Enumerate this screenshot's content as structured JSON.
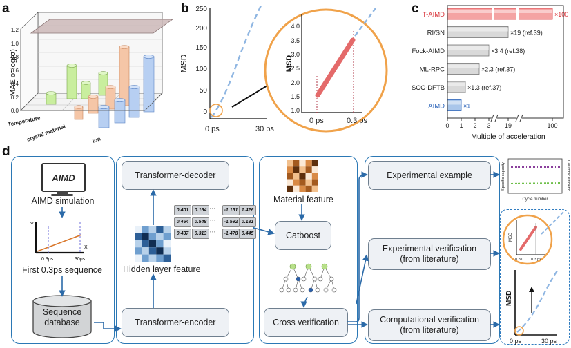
{
  "panels": {
    "a": "a",
    "b": "b",
    "c": "c",
    "d": "d"
  },
  "panel_a": {
    "ylabel": "MAE of log(σ)",
    "yticks": [
      "0.0",
      "0.2",
      "0.4",
      "0.6",
      "0.8",
      "1.0",
      "1.2"
    ],
    "axis_labels": [
      "Temperature",
      "crystal material",
      "Ion"
    ]
  },
  "panel_b": {
    "ylabel": "MSD",
    "yticks": [
      "0",
      "50",
      "100",
      "150",
      "200",
      "250"
    ],
    "xticks": [
      "0 ps",
      "30 ps"
    ],
    "inset_ylabel": "MSD",
    "inset_yticks": [
      "1.0",
      "1.5",
      "2.0",
      "2.5",
      "3.0",
      "3.5",
      "4.0"
    ],
    "inset_xticks": [
      "0 ps",
      "0.3 ps"
    ]
  },
  "chart_data": {
    "type": "bar",
    "orientation": "horizontal",
    "categories": [
      "T-AIMD",
      "RI/SN",
      "Fock-AIMD",
      "ML-RPC",
      "SCC-DFTB",
      "AIMD"
    ],
    "values": [
      100,
      19,
      3.4,
      2.3,
      1.3,
      1
    ],
    "bar_labels": [
      "×100",
      "×19 (ref.39)",
      "×3.4 (ref.38)",
      "×2.3 (ref.37)",
      "×1.3 (ref.37)",
      "×1"
    ],
    "xlabel": "Multiple of acceleration",
    "xticks": [
      "0",
      "1",
      "2",
      "3",
      "19",
      "100"
    ],
    "axis_breaks": true,
    "colors": {
      "T-AIMD": "#f4a3a3",
      "AIMD": "#a9c6ea",
      "others": "#d9d9d9"
    },
    "label_colors": {
      "T-AIMD": "#d9343a",
      "AIMD": "#2a62b8",
      "others": "#222222"
    }
  },
  "panel_d": {
    "aimd_logo": "AIMD",
    "aimd_sim": "AIMD simulation",
    "graph_axes": [
      "Y",
      "X"
    ],
    "graph_ticks": [
      "0.3ps",
      "30ps"
    ],
    "first_seq": "First 0.3ps sequence",
    "db_label": [
      "Sequence",
      "database"
    ],
    "decoder": "Transformer-decoder",
    "encoder": "Transformer-encoder",
    "hidden": "Hidden layer feature",
    "matrix_rows": [
      [
        "0.401",
        "0.164",
        "-1.151",
        "1.426"
      ],
      [
        "0.464",
        "0.548",
        "-1.592",
        "0.181"
      ],
      [
        "0.437",
        "0.313",
        "-1.478",
        "0.445"
      ]
    ],
    "ellipsis": "···",
    "material": "Material feature",
    "catboost": "Catboost",
    "cross": "Cross verification",
    "exp_example": "Experimental example",
    "exp_verif": [
      "Experimental verification",
      "(from literature)"
    ],
    "comp_verif": [
      "Computational verification",
      "(from literature)"
    ],
    "spec_ylabel": "Specific capacity",
    "spec_ylabel2": "Columbic efficienc",
    "spec_xlabel": "Cycle number",
    "mini_msd": "MSD",
    "mini_xticks": [
      "0 ps",
      "0.3 ps"
    ],
    "big_msd": "MSD",
    "big_xticks": [
      "0 ps",
      "30 ps"
    ]
  }
}
